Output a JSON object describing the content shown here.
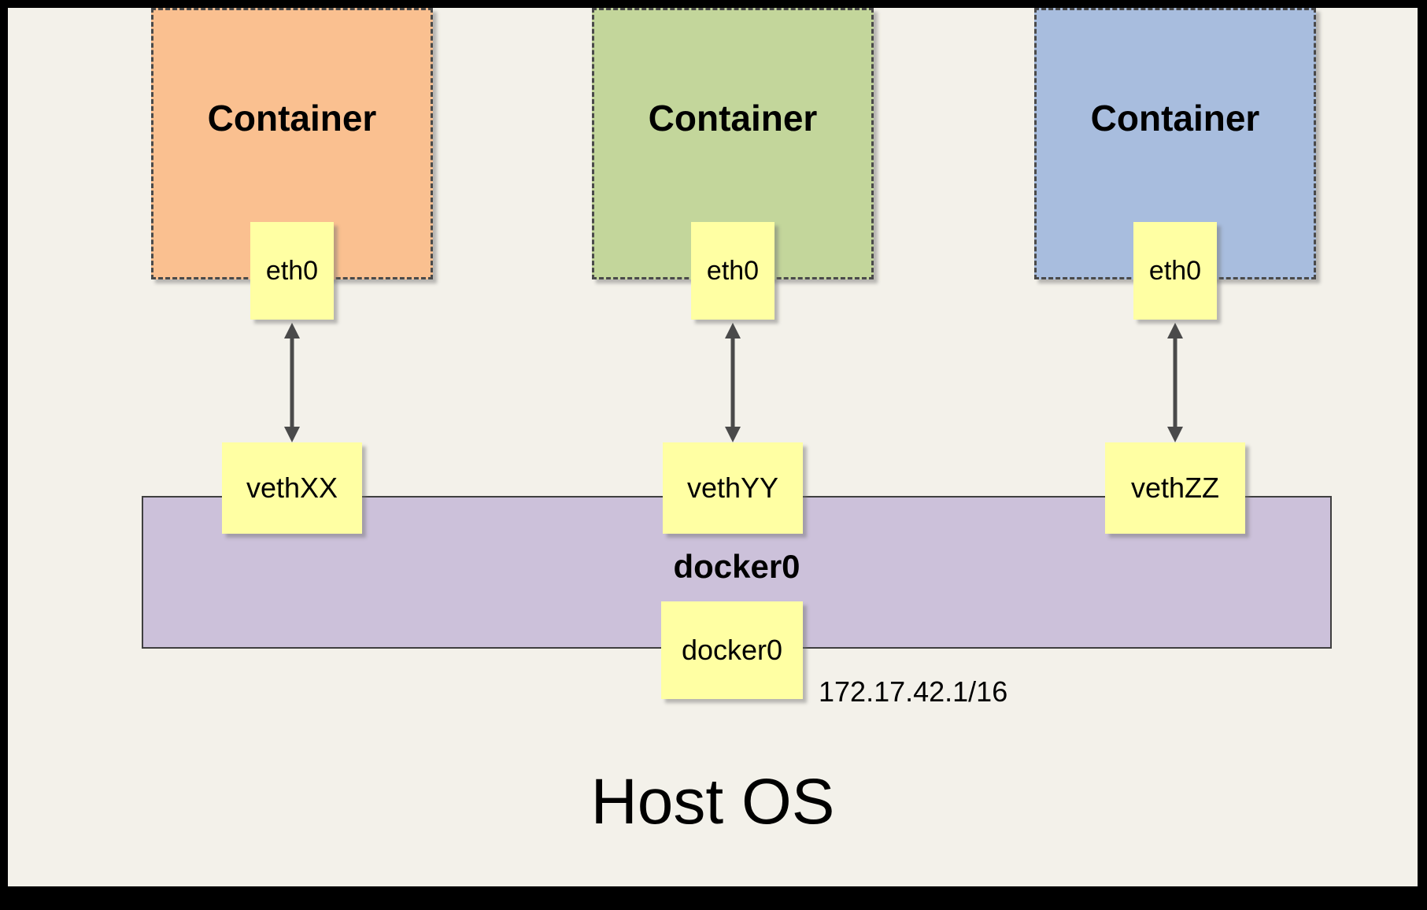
{
  "diagram": {
    "host_label": "Host OS",
    "containers": [
      {
        "label": "Container",
        "interface": "eth0",
        "veth": "vethXX",
        "color": "#fac090"
      },
      {
        "label": "Container",
        "interface": "eth0",
        "veth": "vethYY",
        "color": "#c3d69b"
      },
      {
        "label": "Container",
        "interface": "eth0",
        "veth": "vethZZ",
        "color": "#a8bdde"
      }
    ],
    "bridge": {
      "label": "docker0",
      "interface": "docker0",
      "ip": "172.17.42.1/16",
      "color": "#ccc1da"
    },
    "note_color": "#ffffa3",
    "arrow_color": "#4a4a4a"
  }
}
